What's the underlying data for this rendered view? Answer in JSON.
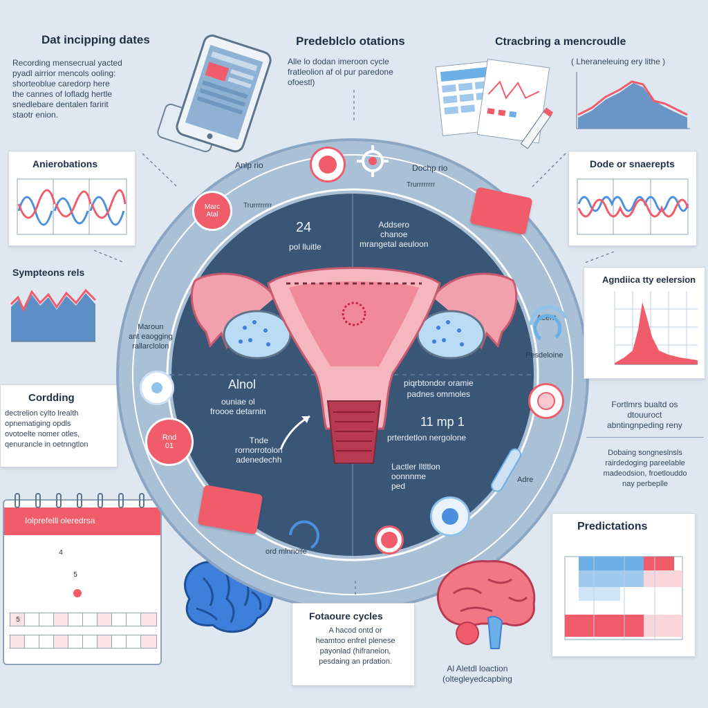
{
  "headers": {
    "top_left": "Dat incipping dates",
    "top_center": "Predeblclo otations",
    "top_right": "Ctracbring a mencroudle"
  },
  "top_left_text": [
    "Recording mensecrual yacted",
    "pyadl airrior mencols ooling:",
    "shorteoblue caredorp here",
    "the cannes of lofladg hertle",
    "snedlebare dentalen faririt",
    "staotr enion."
  ],
  "top_center_text": [
    "Alle lo dodan imeroon cycle",
    "fratleolion af ol pur paredone",
    "ofoestl)"
  ],
  "top_right_text": "( Lheraneleuing ery lithe )",
  "cards": {
    "anierobations": "Anierobations",
    "symptoms": "Sympteons rels",
    "cordding": "Cordding",
    "cordding_text": [
      "dectrelion cylto lrealth",
      "opnematiging opdls",
      "ovotoelte nomer otles,",
      "qenurancle in oetnngtlon"
    ],
    "code": "Dode or snaerepts",
    "agnifico": "Agndiica tty eelersion",
    "fortune": [
      "Fortlmrs bualtd os",
      "dtouuroct",
      "abntingnpeding reny"
    ],
    "right_lower": [
      "Dobaing songneslnsls",
      "rairdedoging pareelable",
      "madeodsion, froetlouddo",
      "nay perbeplle"
    ],
    "predications": "Predictations",
    "future_title": "Fotaoure cycles",
    "future_text": [
      "A hacod ontd or",
      "heamtoo enfrel plenese",
      "payonlad (hifraneion,",
      "pesdaing an prdation."
    ],
    "ai_caption": [
      "Al Aletdl loaction",
      "(oltegleyedcapbing"
    ]
  },
  "wheel": {
    "top_left_arc": "Trurrrrrrrr",
    "top_right_arc": "Trurrrrrrrr",
    "marc": "Marc\nAtal",
    "left_label": [
      "Maroun",
      "ant eaogging",
      "rallarclolon"
    ],
    "right_label": "Pesdeloine",
    "bottom_left": "ord mlnnoile",
    "acent": "Acent",
    "adre": "Adre",
    "q_top": "Dochp rio",
    "q_left": "Anlp rio",
    "circle_left": "Rnd\n01",
    "q_center_top": "Addsero\nchanoe\nmrangetal aeuloon",
    "q_number": "24",
    "q_sub": "pol lluitle",
    "alnol": "Alnol",
    "alnol_sub": [
      "ouniae ol",
      "froooe detarnin"
    ],
    "tnde": [
      "Tnde",
      "rornorrotolon",
      "adenedechh"
    ],
    "right_mid": [
      "piqrbtondor oramie",
      "padnes ommoles"
    ],
    "number2": "11 mp 1",
    "number2_sub": "prterdetlon nergolone",
    "bottom_right": [
      "Lactler Iltltlon",
      "oonnnme",
      "ped"
    ]
  },
  "calendar": {
    "title": "Iolprefelll oleredrsa",
    "rows": [
      [
        "",
        "",
        "",
        "4",
        "",
        "",
        "",
        "",
        "",
        ""
      ],
      [
        "",
        "",
        "",
        "",
        "5",
        "",
        "",
        "",
        "",
        ""
      ],
      [
        "",
        "",
        "",
        "",
        "",
        "",
        "",
        "",
        "",
        ""
      ],
      [
        "5",
        "",
        "",
        "",
        "",
        "",
        "",
        "",
        "",
        ""
      ],
      [
        "",
        "",
        "",
        "",
        "",
        "",
        "",
        "",
        "",
        ""
      ]
    ]
  },
  "colors": {
    "accent": "#f05c6a",
    "wheel_outer": "#9fb9d2",
    "wheel_inner": "#35506e",
    "blue_line": "#4b8fe0"
  },
  "icons": [
    "phone-icon",
    "papers-icon",
    "pen-icon",
    "uterus-illustration",
    "brain-icon",
    "calendar-icon",
    "clock-icon",
    "pill-icon"
  ]
}
